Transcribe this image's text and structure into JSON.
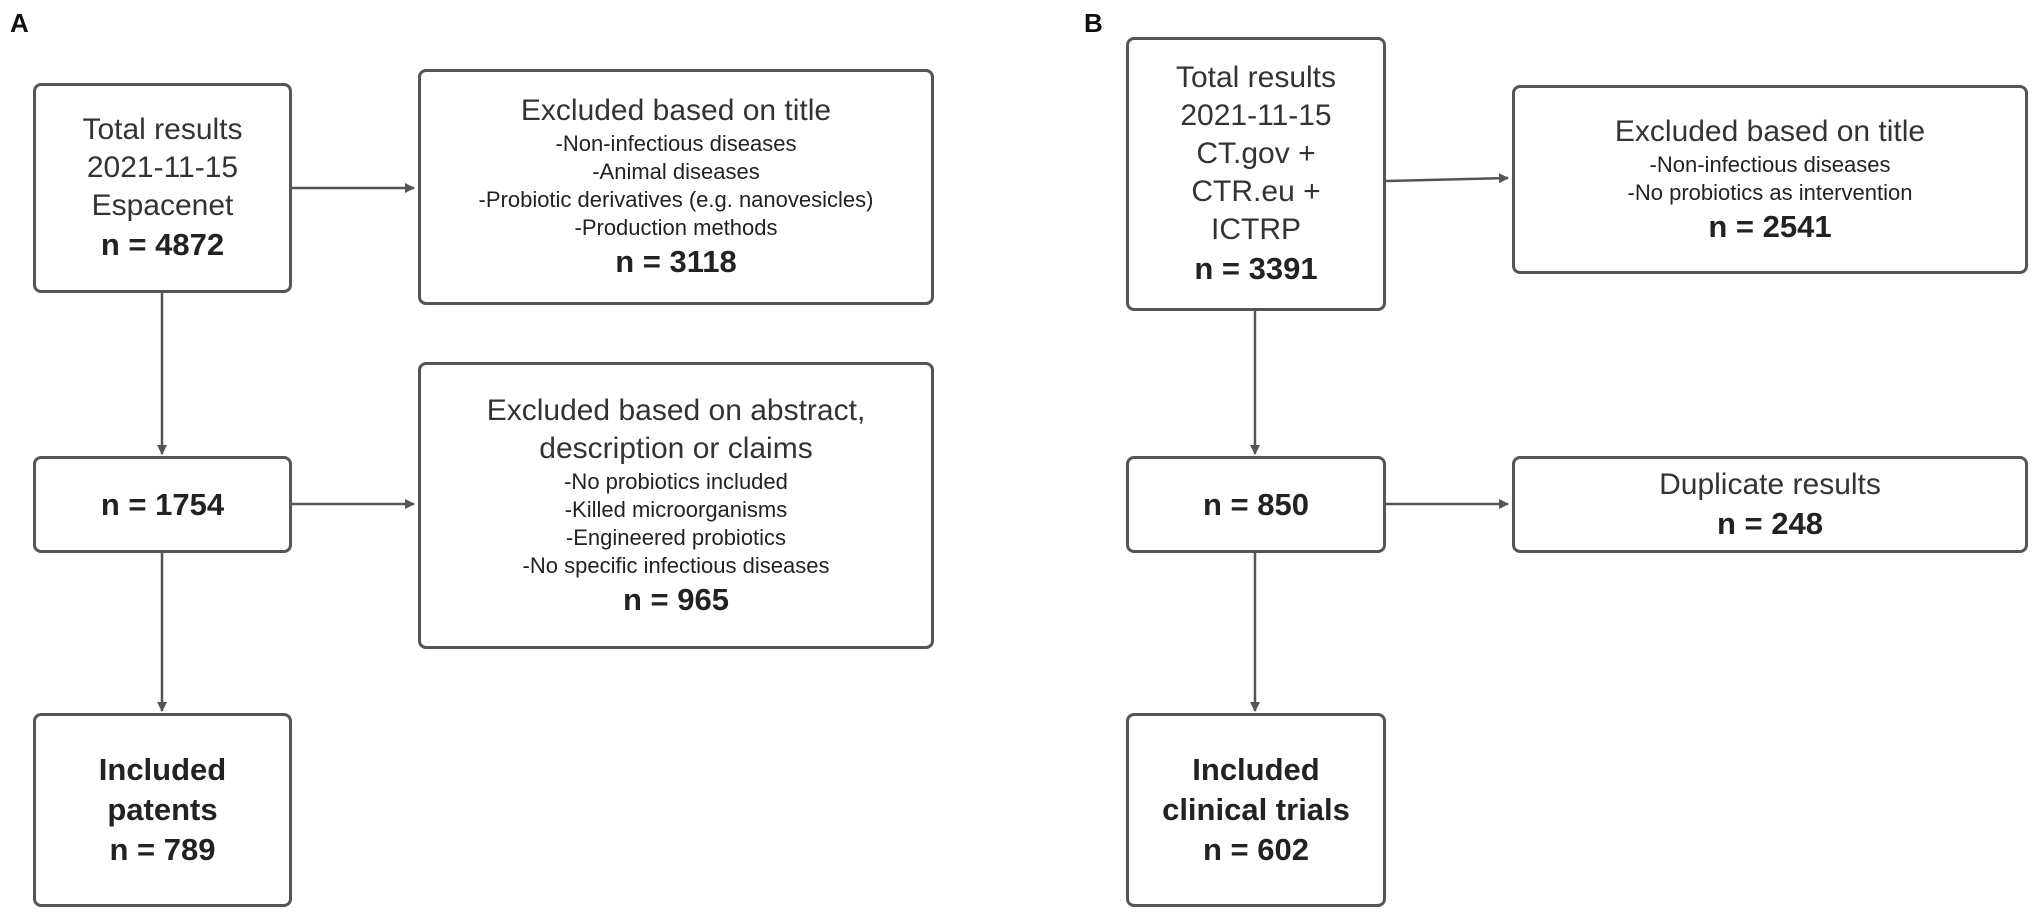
{
  "panel_a": {
    "label": "A",
    "total": {
      "lines": [
        "Total results",
        "2021-11-15",
        "Espacenet"
      ],
      "n": "n = 4872"
    },
    "excluded_title": {
      "heading": "Excluded based on title",
      "items": [
        "-Non-infectious diseases",
        "-Animal diseases",
        "-Probiotic derivatives (e.g. nanovesicles)",
        "-Production methods"
      ],
      "n": "n = 3118"
    },
    "after_title": {
      "n": "n = 1754"
    },
    "excluded_abstract": {
      "heading_lines": [
        "Excluded based on abstract,",
        "description or claims"
      ],
      "items": [
        "-No probiotics included",
        "-Killed microorganisms",
        "-Engineered probiotics",
        "-No specific infectious diseases"
      ],
      "n": "n = 965"
    },
    "included": {
      "lines": [
        "Included",
        "patents"
      ],
      "n": "n = 789"
    }
  },
  "panel_b": {
    "label": "B",
    "total": {
      "lines": [
        "Total results",
        "2021-11-15",
        "CT.gov +",
        "CTR.eu +",
        "ICTRP"
      ],
      "n": "n = 3391"
    },
    "excluded_title": {
      "heading": "Excluded based on title",
      "items": [
        "-Non-infectious diseases",
        "-No probiotics as intervention"
      ],
      "n": "n = 2541"
    },
    "after_title": {
      "n": "n = 850"
    },
    "duplicates": {
      "heading": "Duplicate results",
      "n": "n = 248"
    },
    "included": {
      "lines": [
        "Included",
        "clinical trials"
      ],
      "n": "n = 602"
    }
  }
}
